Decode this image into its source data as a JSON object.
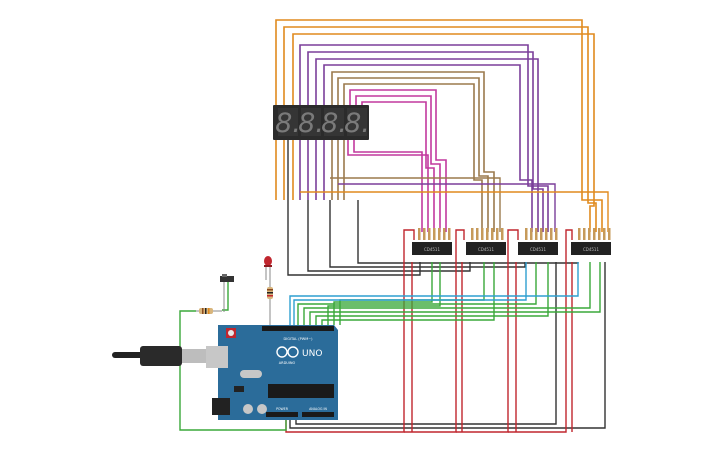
{
  "board": {
    "brand_label": "UNO",
    "maker_label": "ARDUINO",
    "digital_header_label": "DIGITAL (PWM~)",
    "power_label": "POWER",
    "analog_label": "ANALOG IN"
  },
  "chips": [
    {
      "label": "CD4511"
    },
    {
      "label": "CD4511"
    },
    {
      "label": "CD4511"
    },
    {
      "label": "CD4511"
    }
  ],
  "display": {
    "digits": [
      "8.",
      "8.",
      "8.",
      "8."
    ]
  },
  "colors": {
    "orange_wire": "#e08a1e",
    "purple_wire": "#7b3f9a",
    "brown_wire": "#9b7a4d",
    "magenta_wire": "#c2399e",
    "black_wire": "#333333",
    "green_wire": "#3aa83a",
    "blue_wire": "#2f9fd0",
    "red_wire": "#c0262e",
    "board_blue": "#2b6c9a"
  }
}
